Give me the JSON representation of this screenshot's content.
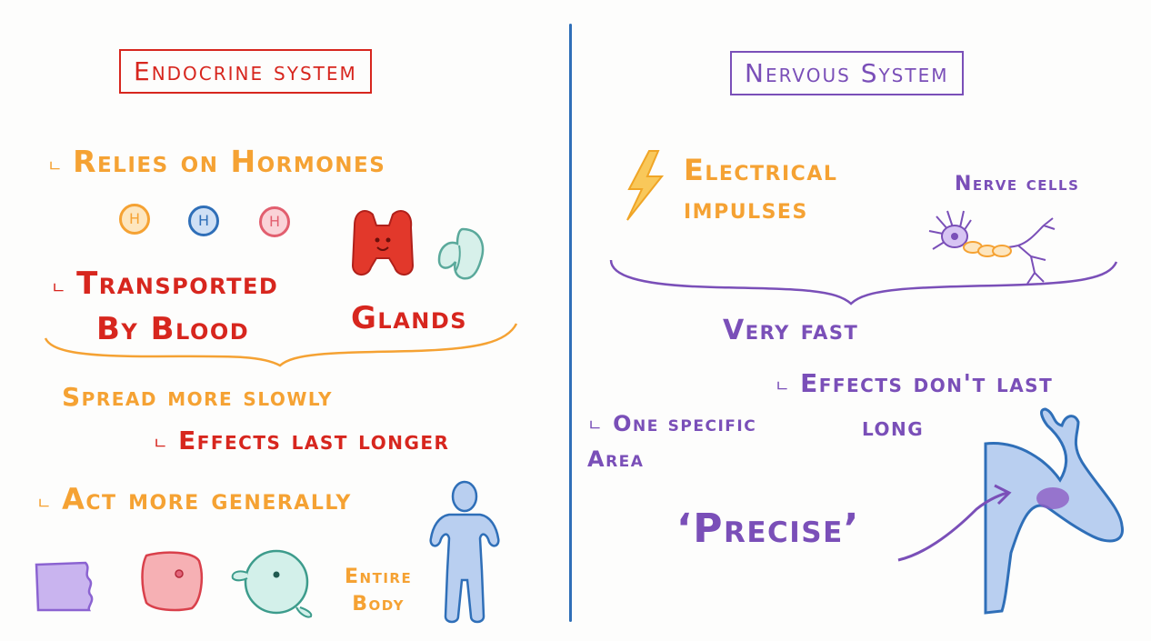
{
  "left": {
    "title": "Endocrine system",
    "relies": "Relies on Hormones",
    "hormone_letter": "H",
    "transported_line1": "Transported",
    "transported_line2": "By Blood",
    "glands": "Glands",
    "spread": "Spread more slowly",
    "effects_longer": "Effects last longer",
    "act_generally": "Act more generally",
    "entire_line1": "Entire",
    "entire_line2": "Body"
  },
  "right": {
    "title": "Nervous System",
    "electrical_line1": "Electrical",
    "electrical_line2": "impulses",
    "nerve_cells": "Nerve cells",
    "very_fast": "Very fast",
    "effects_short_line1": "Effects don't last",
    "effects_short_line2": "long",
    "specific_line1": "One specific",
    "specific_line2": "Area",
    "precise": "‘Precise’"
  },
  "colors": {
    "endocrine_title": "#d7261e",
    "nervous_title": "#7a4fb8",
    "orange": "#f5a233",
    "divider": "#2f6fb8",
    "body_fill": "#b9cff0"
  },
  "icons": [
    "hormone-icon",
    "thyroid-gland-icon",
    "gland-icon",
    "lightning-icon",
    "neuron-icon",
    "cell-icon",
    "human-body-icon",
    "arm-icon"
  ]
}
